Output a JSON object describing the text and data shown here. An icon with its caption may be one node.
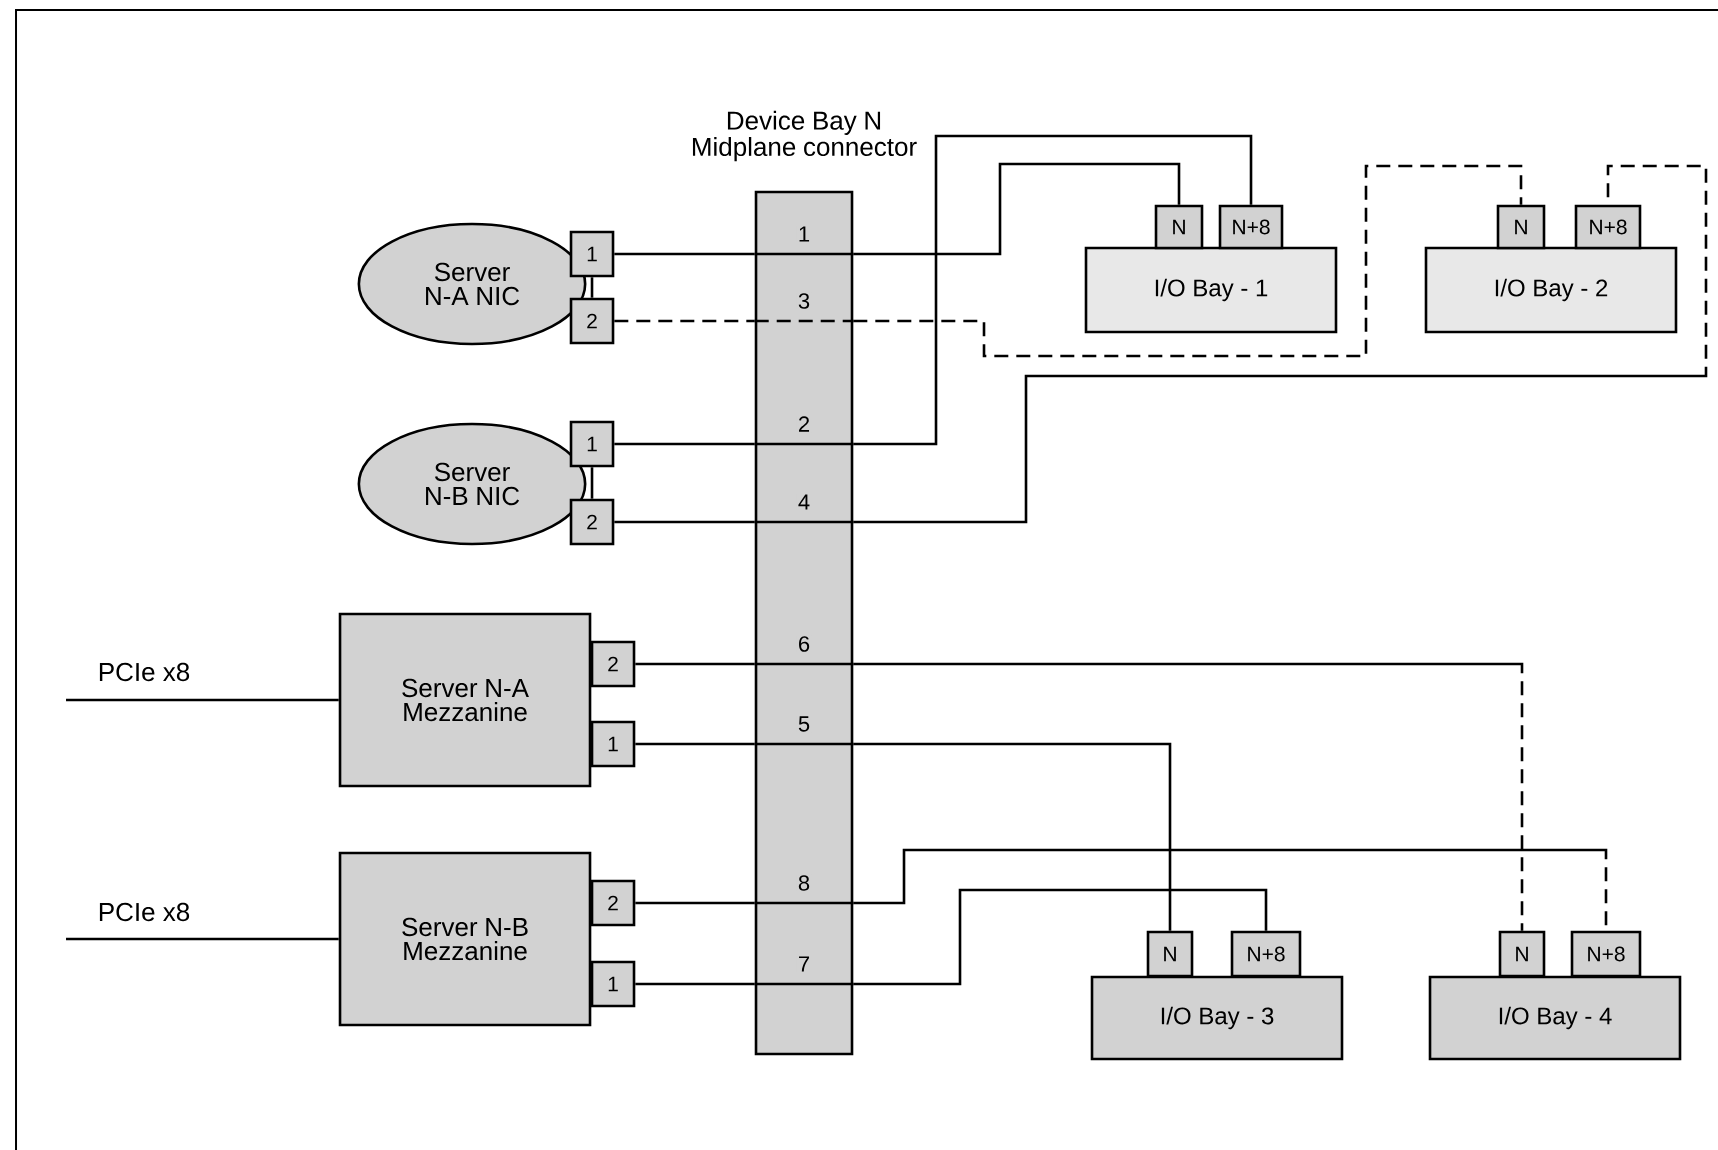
{
  "diagram": {
    "nodes": [
      {
        "text": [
          "Device Bay N Midplane connector",
          "1",
          "3",
          "2",
          "4",
          "6",
          "5",
          "8",
          "7"
        ]
      },
      {
        "text": [
          "Server N-A NIC"
        ]
      },
      {
        "text": [
          "1"
        ]
      },
      {
        "text": [
          "2"
        ]
      },
      {
        "text": [
          "I/O Bay - 1"
        ]
      },
      {
        "text": [
          "N"
        ]
      },
      {
        "text": [
          "N+8"
        ]
      },
      {
        "text": [
          "I/O Bay - 2"
        ]
      },
      {
        "text": [
          "N"
        ]
      },
      {
        "text": [
          "N+8"
        ]
      },
      {
        "text": [
          "Server N-B NIC"
        ]
      },
      {
        "text": [
          "1"
        ]
      },
      {
        "text": [
          "2"
        ]
      },
      {
        "text": [
          "Server N-A Mezzanine"
        ]
      },
      {
        "text": [
          "2"
        ]
      },
      {
        "text": [
          "1"
        ]
      },
      {
        "text": [
          "Server N-B Mezzanine"
        ]
      },
      {
        "text": [
          "2"
        ]
      },
      {
        "text": [
          "1"
        ]
      },
      {
        "text": [
          "I/O Bay - 3"
        ]
      },
      {
        "text": [
          "N"
        ]
      },
      {
        "text": [
          "N+8"
        ]
      },
      {
        "text": [
          "I/O Bay - 4"
        ]
      },
      {
        "text": [
          "N"
        ]
      },
      {
        "text": [
          "N+8"
        ]
      }
    ],
    "edges": [
      {
        "from": 2,
        "to": 0,
        "arrow": "none"
      },
      {
        "from": 0,
        "to": 5,
        "arrow": "none"
      },
      {
        "from": 3,
        "to": 0,
        "arrow": "none",
        "style": "dashed"
      },
      {
        "from": 0,
        "to": 8,
        "arrow": "none",
        "style": "dashed"
      },
      {
        "from": 11,
        "to": 0,
        "arrow": "none"
      },
      {
        "from": 0,
        "to": 6,
        "arrow": "none"
      },
      {
        "from": 12,
        "to": 0,
        "arrow": "none"
      },
      {
        "from": 0,
        "to": 9,
        "arrow": "none",
        "style": "dashed"
      },
      {
        "from": 14,
        "to": 0,
        "arrow": "none"
      },
      {
        "from": 0,
        "to": 23,
        "arrow": "none",
        "style": "dashed"
      },
      {
        "from": 15,
        "to": 0,
        "arrow": "none"
      },
      {
        "from": 0,
        "to": 20,
        "arrow": "none"
      },
      {
        "from": 17,
        "to": 0,
        "arrow": "none"
      },
      {
        "from": 0,
        "to": 24,
        "arrow": "none",
        "style": "dashed"
      },
      {
        "from": 18,
        "to": 0,
        "arrow": "none"
      },
      {
        "from": 0,
        "to": 21,
        "arrow": "none"
      },
      {
        "from": 2,
        "to": 3,
        "arrow": "none"
      },
      {
        "from": 11,
        "to": 12,
        "arrow": "none"
      },
      {
        "from": null,
        "to": 13,
        "arrow": "none",
        "label": "PCIe x8"
      },
      {
        "from": null,
        "to": 16,
        "arrow": "none",
        "label": "PCIe x8"
      }
    ]
  }
}
